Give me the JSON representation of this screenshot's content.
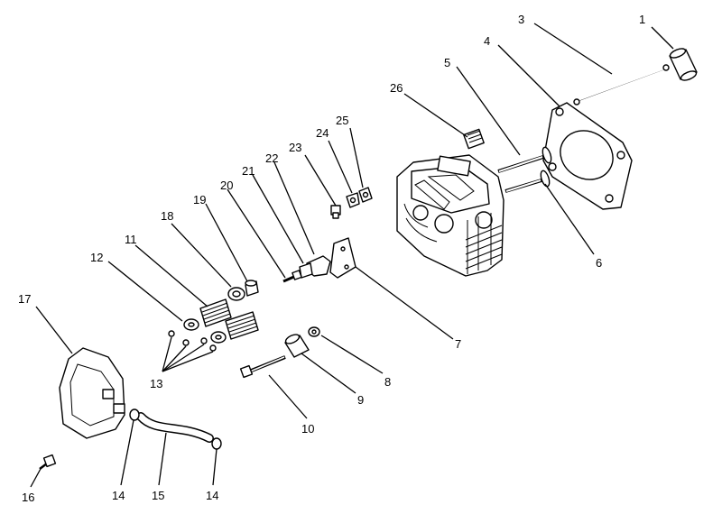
{
  "callouts": {
    "1": "1",
    "3": "3",
    "4": "4",
    "5": "5",
    "6": "6",
    "7": "7",
    "8": "8",
    "9": "9",
    "10": "10",
    "11": "11",
    "12": "12",
    "13": "13",
    "14a": "14",
    "14b": "14",
    "15": "15",
    "16": "16",
    "17": "17",
    "18": "18",
    "19": "19",
    "20": "20",
    "21": "21",
    "22": "22",
    "23": "23",
    "24": "24",
    "25": "25",
    "26": "26"
  }
}
